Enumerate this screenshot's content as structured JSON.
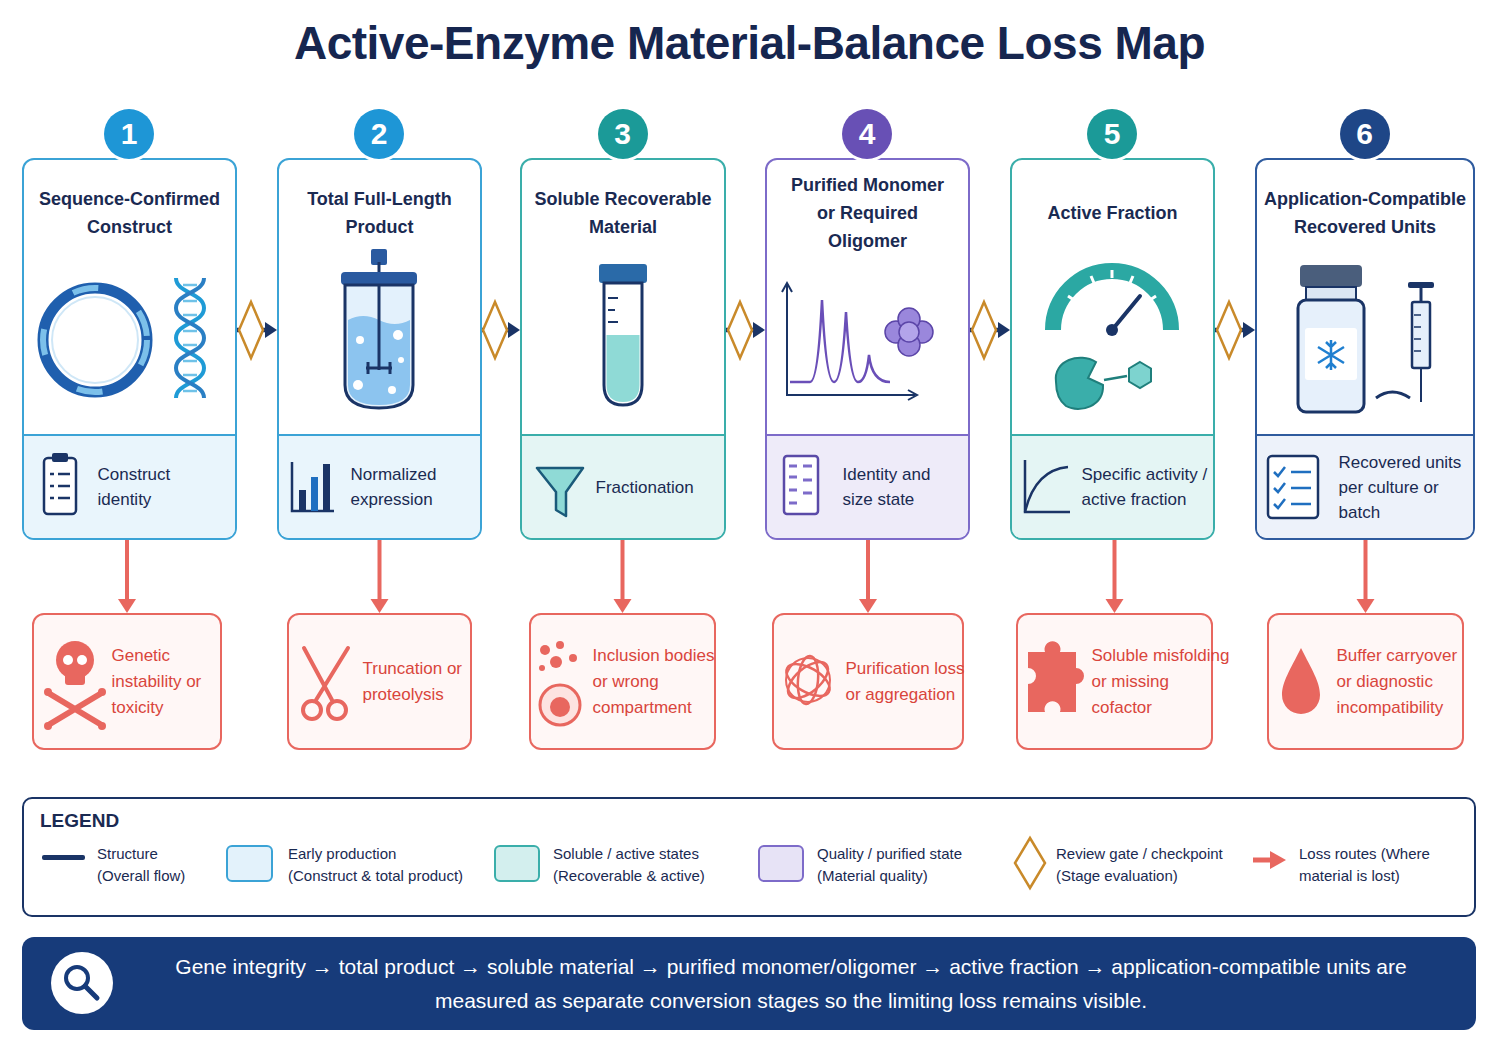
{
  "diagram": {
    "title": "Active-Enzyme Material-Balance Loss Map",
    "caption": "Gene integrity → total product → soluble material → purified monomer/oligomer → active fraction → application-compatible units are measured as separate conversion stages so the limiting loss remains visible.",
    "nodes": [
      {
        "text": [
          "Sequence-Confirmed Construct"
        ]
      },
      {
        "text": [
          "1"
        ],
        "in": 0
      },
      {
        "text": [
          "Construct identity"
        ],
        "in": 0
      },
      {
        "text": [
          "Genetic instability or toxicity"
        ]
      },
      {
        "text": [
          "Total Full-Length Product"
        ]
      },
      {
        "text": [
          "2"
        ],
        "in": 4
      },
      {
        "text": [
          "Normalized expression"
        ],
        "in": 4
      },
      {
        "text": [
          "Truncation or proteolysis"
        ]
      },
      {
        "text": [
          "Soluble Recoverable Material"
        ]
      },
      {
        "text": [
          "3"
        ],
        "in": 8
      },
      {
        "text": [
          "Fractionation"
        ],
        "in": 8
      },
      {
        "text": [
          "Inclusion bodies or wrong compartment"
        ]
      },
      {
        "text": [
          "Purified Monomer or Required Oligomer"
        ]
      },
      {
        "text": [
          "4"
        ],
        "in": 12
      },
      {
        "text": [
          "Identity and size state"
        ],
        "in": 12
      },
      {
        "text": [
          "Purification loss or aggregation"
        ]
      },
      {
        "text": [
          "Active Fraction"
        ]
      },
      {
        "text": [
          "5"
        ],
        "in": 16
      },
      {
        "text": [
          "Specific activity / active fraction"
        ],
        "in": 16
      },
      {
        "text": [
          "Soluble misfolding or missing cofactor"
        ]
      },
      {
        "text": [
          "Application-Compatible Recovered Units"
        ]
      },
      {
        "text": [
          "6"
        ],
        "in": 20
      },
      {
        "text": [
          "Recovered units per culture or batch"
        ],
        "in": 20
      },
      {
        "text": [
          "Buffer carryover or diagnostic incompatibility"
        ]
      }
    ],
    "edges": [
      {
        "from": 0,
        "to": 4,
        "arrow": "to"
      },
      {
        "from": 4,
        "to": 8,
        "arrow": "to"
      },
      {
        "from": 8,
        "to": 12,
        "arrow": "to"
      },
      {
        "from": 12,
        "to": 16,
        "arrow": "to"
      },
      {
        "from": 16,
        "to": 20,
        "arrow": "to"
      },
      {
        "from": 0,
        "to": 3,
        "arrow": "to"
      },
      {
        "from": 4,
        "to": 7,
        "arrow": "to"
      },
      {
        "from": 8,
        "to": 11,
        "arrow": "to"
      },
      {
        "from": 12,
        "to": 15,
        "arrow": "to"
      },
      {
        "from": 16,
        "to": 19,
        "arrow": "to"
      },
      {
        "from": 20,
        "to": 23,
        "arrow": "to"
      }
    ],
    "labels": [
      "LEGEND"
    ],
    "legend": [
      {
        "text": "Structure (Overall flow)"
      },
      {
        "text": "Early production (Construct & total product)",
        "color": "#e3f2fb"
      },
      {
        "text": "Soluble / active states (Recoverable & active)",
        "color": "#d3efee"
      },
      {
        "text": "Quality / purified state (Material quality)",
        "color": "#e7e3f6"
      },
      {
        "text": "Review gate / checkpoint (Stage evaluation)"
      },
      {
        "text": "Loss routes (Where material is lost)"
      }
    ]
  }
}
